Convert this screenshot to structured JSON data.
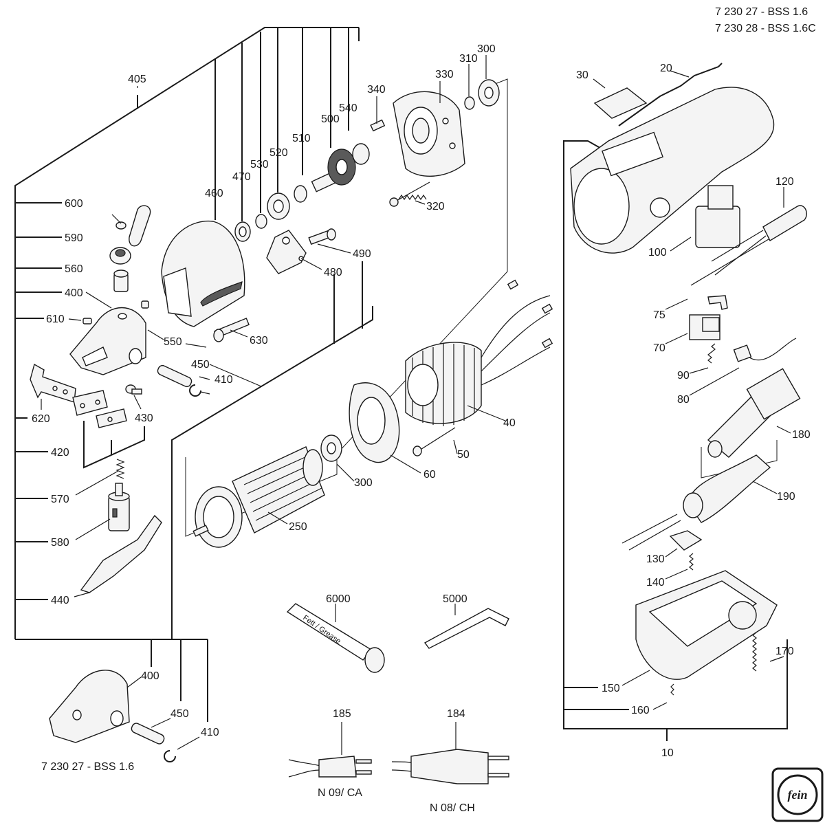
{
  "header": {
    "model_line_1": "7 230 27 - BSS 1.6",
    "model_line_2": "7 230 28 - BSS 1.6C"
  },
  "parts": {
    "p405": "405",
    "p460": "460",
    "p470": "470",
    "p530": "530",
    "p520": "520",
    "p510": "510",
    "p500": "500",
    "p540": "540",
    "p340": "340",
    "p330": "330",
    "p310": "310",
    "p300a": "300",
    "p320": "320",
    "p490": "490",
    "p480": "480",
    "p630": "630",
    "p600": "600",
    "p590": "590",
    "p560": "560",
    "p400a": "400",
    "p610": "610",
    "p550": "550",
    "p450a": "450",
    "p410a": "410",
    "p620": "620",
    "p430": "430",
    "p420": "420",
    "p570": "570",
    "p580": "580",
    "p440": "440",
    "p250": "250",
    "p300b": "300",
    "p60": "60",
    "p50": "50",
    "p40": "40",
    "p6000": "6000",
    "p5000": "5000",
    "p400b": "400",
    "p450b": "450",
    "p410b": "410",
    "p30": "30",
    "p20": "20",
    "p120": "120",
    "p100": "100",
    "p75": "75",
    "p70": "70",
    "p90": "90",
    "p80": "80",
    "p180": "180",
    "p190": "190",
    "p130": "130",
    "p140": "140",
    "p170": "170",
    "p150": "150",
    "p160": "160",
    "p10": "10",
    "p185": "185",
    "p184": "184"
  },
  "captions": {
    "variant_caption": "7 230 27 - BSS 1.6",
    "plug_ca": "N 09/ CA",
    "plug_ch": "N 08/ CH",
    "grease_tube_text": "Fett / Grease"
  },
  "logo": {
    "text": "fein"
  },
  "colors": {
    "ink": "#1a1a1a",
    "background": "#ffffff"
  }
}
